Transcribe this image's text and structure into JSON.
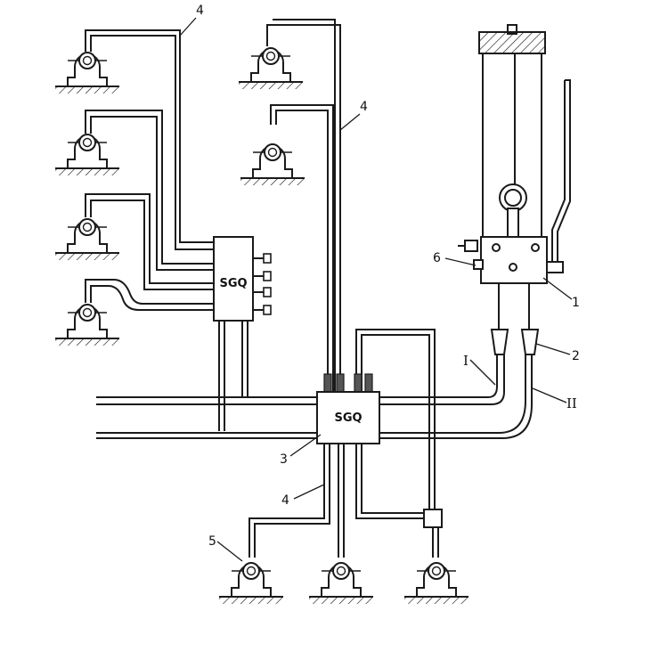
{
  "distributor_upper": {
    "label": "SGQ"
  },
  "distributor_main": {
    "label": "SGQ"
  },
  "callouts": {
    "c1": "1",
    "c2": "2",
    "c3": "3",
    "c4_top": "4",
    "c4_mid": "4",
    "c4_low": "4",
    "c5": "5",
    "c6": "6",
    "pipe_I": "I",
    "pipe_II": "II"
  },
  "colors": {
    "line": "#1a1a1a",
    "background": "#ffffff"
  }
}
